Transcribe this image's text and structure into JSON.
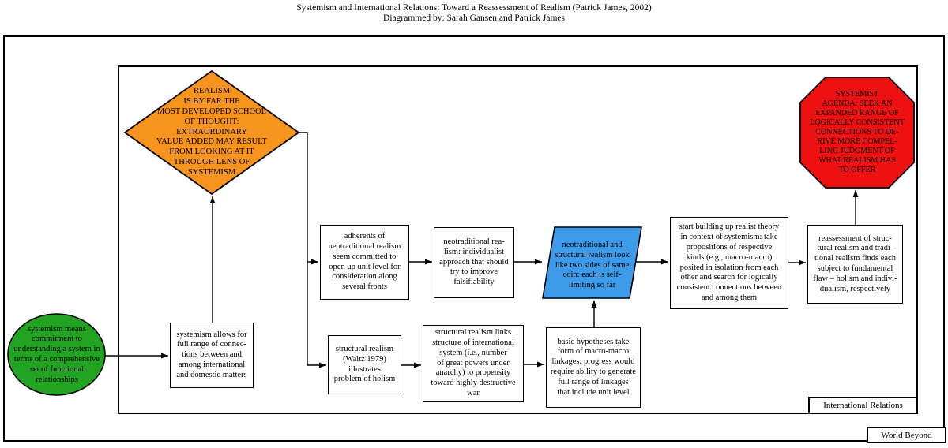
{
  "title": {
    "line1": "Systemism and International Relations: Toward a Reassessment of Realism (Patrick James, 2002)",
    "line2": "Diagrammed by: Sarah Gansen and Patrick James"
  },
  "regions": {
    "inner_label": "International Relations",
    "outer_label": "World Beyond"
  },
  "colors": {
    "green": "#22A422",
    "orange": "#F7941E",
    "red": "#EE1111",
    "blue": "#3E9BEA",
    "line": "#000000"
  },
  "nodes": {
    "ellipse": {
      "text": "systemism means\ncommitment to\nunderstanding a system in\nterms of a comprehensive\nset of functional\nrelationships"
    },
    "diamond": {
      "text": "REALISM\nIS BY FAR THE\nMOST DEVELOPED SCHOOL\nOF THOUGHT: EXTRAORDINARY\nVALUE ADDED MAY RESULT\nFROM LOOKING AT IT\nTHROUGH LENS OF\nSYSTEMISM"
    },
    "octagon": {
      "text": "SYSTEMIST\nAGENDA: SEEK AN\nEXPANDED RANGE OF\nLOGICALLY CONSISTENT\nCONNECTIONS TO DE-\nRIVE MORE COMPEL-\nLING JUDGMENT OF\nWHAT REALISM HAS\nTO OFFER"
    },
    "parallelogram": {
      "text": "neotraditional and\nstructural realism look\nlike two sides of same\ncoin: each is self-\nlimiting so far"
    },
    "adherents": {
      "text": "adherents of\nneotraditional realism\nseem committed to\nopen up unit level for\nconsideration along\nseveral fronts"
    },
    "neotraditional": {
      "text": "neotraditional rea-\nlism: individualist\napproach that should\ntry to improve\nfalsifiability"
    },
    "start_building": {
      "text": "start building up realist theory\nin context of systemism: take\npropositions of respective\nkinds (e.g., macro-macro)\nposited in isolation from each\nother and search for logically\nconsistent connections between\nand among them"
    },
    "reassessment": {
      "text": "reassessment of struc-\ntural realism and tradi-\ntional realism finds each\nsubject to fundamental\nflaw – holism and indivi-\ndualism, respectively"
    },
    "systemism_allows": {
      "text": "systemism allows for\nfull range of connec-\ntions between and\namong international\nand domestic matters"
    },
    "waltz": {
      "text": "structural realism\n(Waltz 1979)\nillustrates\nproblem of holism"
    },
    "links": {
      "text": "structural realism links\nstructure of international\nsystem (i.e., number\nof great powers under\nanarchy) to propensity\ntoward highly destructive\nwar"
    },
    "basic_hypotheses": {
      "text": "basic hypotheses take\nform of macro-macro\nlinkages: progress would\nrequire ability to generate\nfull range of linkages\nthat include unit level"
    }
  }
}
